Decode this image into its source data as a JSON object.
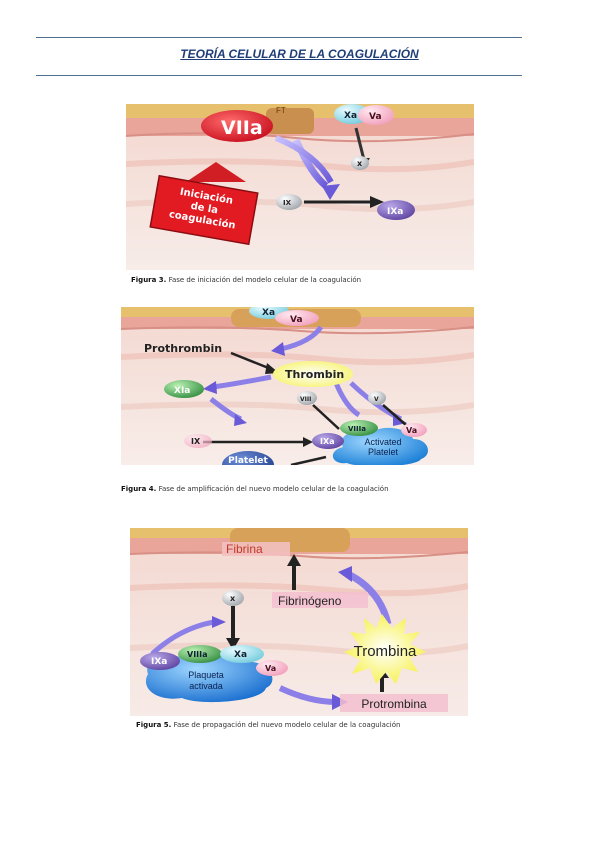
{
  "page": {
    "title": "TEORÍA CELULAR DE LA COAGULACIÓN"
  },
  "figure3": {
    "caption_label": "Figura 3.",
    "caption_text": "Fase de iniciación del modelo celular de la coagulación",
    "labels": {
      "ft": "FT",
      "vii": "VIIa",
      "xa": "Xa",
      "va": "Va",
      "x": "x",
      "ix": "IX",
      "ixa": "IXa",
      "box_line1": "Iniciación",
      "box_line2": "de la",
      "box_line3": "coagulación"
    }
  },
  "figure4": {
    "caption_label": "Figura 4.",
    "caption_text": "Fase de amplificación del nuevo modelo celular de la coagulación",
    "labels": {
      "xa": "Xa",
      "va": "Va",
      "prothrombin": "Prothrombin",
      "thrombin": "Thrombin",
      "xia": "XIa",
      "viii": "VIII",
      "v": "V",
      "viiia": "VIIIa",
      "va2": "Va",
      "ix": "IX",
      "ixa": "IXa",
      "activated_line1": "Activated",
      "activated_line2": "Platelet",
      "platelet": "Platelet"
    }
  },
  "figure5": {
    "caption_label": "Figura 5.",
    "caption_text": "Fase de propagación del nuevo modelo celular de la coagulación",
    "labels": {
      "fibrina": "Fibrina",
      "fibrinogeno": "Fibrinógeno",
      "x": "x",
      "viiia": "VIIIa",
      "xa": "Xa",
      "ixa": "IXa",
      "va": "Va",
      "plaqueta_line1": "Plaqueta",
      "plaqueta_line2": "activada",
      "trombina": "Trombina",
      "protrombina": "Protrombina"
    }
  }
}
